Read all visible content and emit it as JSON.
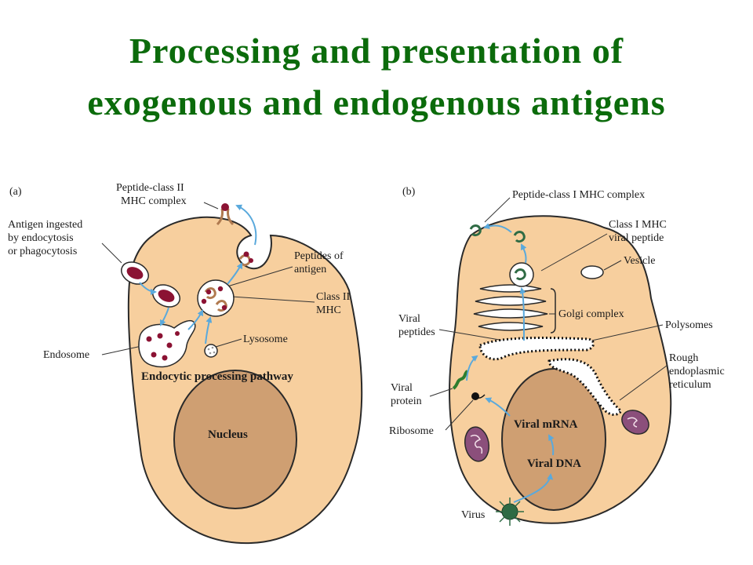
{
  "title": {
    "line1": "Processing and presentation of",
    "line2": "exogenous and endogenous antigens"
  },
  "colors": {
    "title": "#0b6b0b",
    "cell": "#f7cf9e",
    "nucleus": "#cf9f72",
    "outline": "#2a2a2a",
    "arrow": "#5aa9dc",
    "antigen": "#8b1233",
    "mhc": "#b07a50",
    "virus": "#2f6b44",
    "mito": "#8b4f7b"
  },
  "panel_a": {
    "label": "(a)",
    "complex_line1": "Peptide-class II",
    "complex_line2": "MHC complex",
    "antigen_line1": "Antigen ingested",
    "antigen_line2": "by endocytosis",
    "antigen_line3": "or phagocytosis",
    "peptides_line1": "Peptides of",
    "peptides_line2": "antigen",
    "classii_line1": "Class II",
    "classii_line2": "MHC",
    "endosome": "Endosome",
    "lysosome": "Lysosome",
    "pathway": "Endocytic processing pathway",
    "nucleus": "Nucleus"
  },
  "panel_b": {
    "label": "(b)",
    "complex": "Peptide-class I MHC complex",
    "classi_line1": "Class I MHC",
    "classi_line2": "viral peptide",
    "vesicle": "Vesicle",
    "golgi": "Golgi complex",
    "viralpep_line1": "Viral",
    "viralpep_line2": "peptides",
    "polysomes": "Polysomes",
    "rough_line1": "Rough",
    "rough_line2": "endoplasmic",
    "rough_line3": "reticulum",
    "viralprot_line1": "Viral",
    "viralprot_line2": "protein",
    "ribosome": "Ribosome",
    "mrna": "Viral mRNA",
    "dna": "Viral DNA",
    "virus": "Virus"
  }
}
